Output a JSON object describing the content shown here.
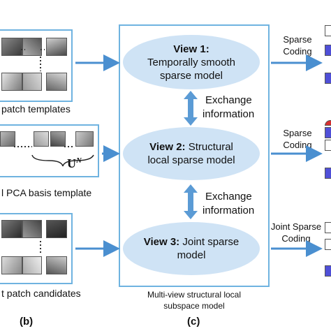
{
  "left_panel": {
    "top_caption": "patch templates",
    "mid_caption": "l PCA basis template",
    "mid_formula_base": "U",
    "mid_formula_sup": "N",
    "bottom_caption": "t patch candidates",
    "label_b": "(b)"
  },
  "center_panel": {
    "view1": {
      "title": "View 1:",
      "line2": "Temporally smooth",
      "line3": "sparse model"
    },
    "view2": {
      "title": "View 2:",
      "title_rest": " Structural",
      "line2": "local sparse model"
    },
    "view3": {
      "title": "View 3:",
      "title_rest": " Joint sparse",
      "line2": "model"
    },
    "exchange1": {
      "line1": "Exchange",
      "line2": "information"
    },
    "exchange2": {
      "line1": "Exchange",
      "line2": "information"
    },
    "caption_line1": "Multi-view structural local",
    "caption_line2": "subspace model",
    "label_c": "(c)"
  },
  "right_panel": {
    "coding1": {
      "line1": "Sparse",
      "line2": "Coding"
    },
    "coding2": {
      "line1": "Sparse",
      "line2": "Coding"
    },
    "coding3": {
      "line1": "Joint Sparse",
      "line2": "Coding"
    }
  },
  "colors": {
    "frame": "#6fb3e0",
    "ellipse": "#cfe3f5",
    "arrow_blue": "#4a8fd0",
    "arrow_double": "#5b9bd5",
    "sparse_purple": "#4f4fd8",
    "sparse_red": "#d83030"
  },
  "icons": [
    "arrow-right",
    "double-arrow-vertical",
    "image-patch"
  ]
}
